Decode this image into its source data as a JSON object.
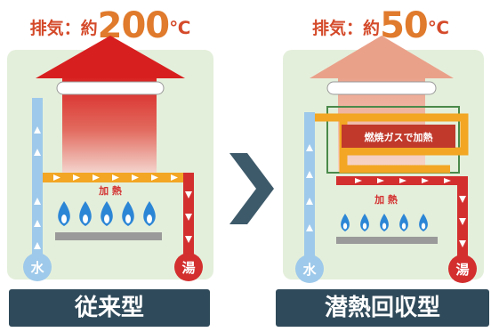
{
  "conventional": {
    "exhaust_prefix": "排気：約",
    "exhaust_temp": "200",
    "exhaust_unit": "℃",
    "heating_label": "加 熱",
    "water_label": "水",
    "hot_label": "湯",
    "caption": "従来型"
  },
  "latent": {
    "exhaust_prefix": "排気：約",
    "exhaust_temp": "50",
    "exhaust_unit": "℃",
    "combustion_gas_label": "燃焼ガスで加熱",
    "heating_label": "加 熱",
    "water_label": "水",
    "hot_label": "湯",
    "caption": "潜熱回収型"
  },
  "colors": {
    "panel_bg": "#e4efdb",
    "caption_bg": "#2f4a5a",
    "hot_pipe": "#d32f2f",
    "water_pipe": "#9ec9ea",
    "warm_pipe": "#f2a623",
    "flame": "#2c86d6",
    "arrow_hot": "#d81f1f",
    "arrow_cool": "#eaa18a"
  }
}
